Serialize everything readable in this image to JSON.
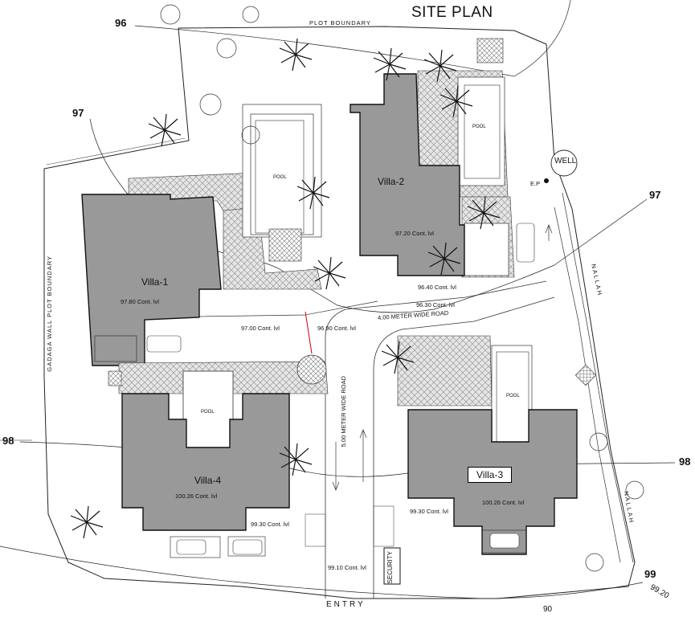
{
  "title": "SITE PLAN",
  "plot_boundary_label": "PLOT BOUNDARY",
  "left_wall_label": "GADAGA WALL  PLOT BOUNDARY",
  "entry_label": "ENTRY",
  "well_label": "WELL",
  "ep_label": "E.P",
  "security_label": "SECURITY",
  "pool_label": "POOL",
  "villas": {
    "v1": {
      "name": "Villa-1",
      "level": "97.80 Cont. lvl"
    },
    "v2": {
      "name": "Villa-2",
      "level": "97.20 Cont. lvl"
    },
    "v3": {
      "name": "Villa-3",
      "level": "100.26 Cont. lvl"
    },
    "v4": {
      "name": "Villa-4",
      "level": "100.26 Cont. lvl"
    }
  },
  "levels": {
    "l1": "97.00 Cont. lvl",
    "l2": "96.90 Cont. lvl",
    "l3": "96.40 Cont. lvl",
    "l4": "96.30 Cont. lvl",
    "l5": "99.30 Cont. lvl",
    "l6": "99.30 Cont. lvl",
    "l7": "99.10 Cont. lvl"
  },
  "roads": {
    "r4": "4.00 METER WIDE ROAD",
    "r5": "5.00 METER WIDE ROAD",
    "nallah": "NALLAH"
  },
  "contours": {
    "c96": "96",
    "c97a": "97",
    "c97b": "97",
    "c98a": "98",
    "c98b": "98",
    "c99": "99",
    "c9920": "99.20",
    "c90": "90"
  }
}
